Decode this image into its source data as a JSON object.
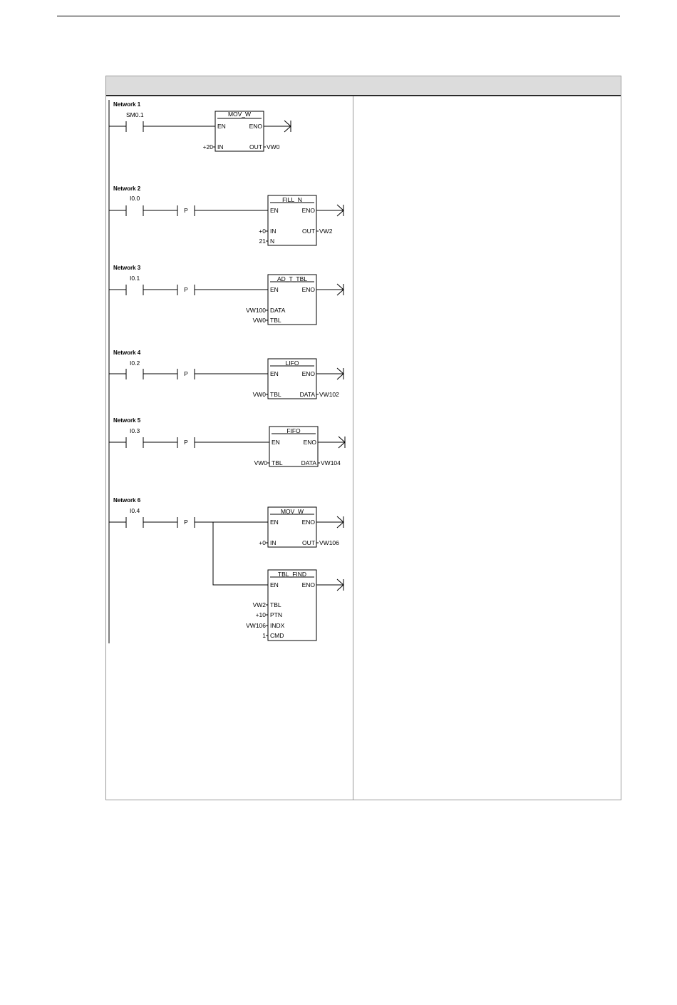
{
  "networks": [
    {
      "title": "Network 1",
      "contact": "SM0.1",
      "block": {
        "name": "MOV_W",
        "en": "EN",
        "eno": "ENO",
        "inputs": [
          {
            "value": "+20",
            "pin": "IN"
          }
        ],
        "outputs": [
          {
            "pin": "OUT",
            "value": "VW0"
          }
        ]
      }
    },
    {
      "title": "Network 2",
      "contact": "I0.0",
      "edge": "P",
      "block": {
        "name": "FILL_N",
        "en": "EN",
        "eno": "ENO",
        "inputs": [
          {
            "value": "+0",
            "pin": "IN"
          },
          {
            "value": "21",
            "pin": "N"
          }
        ],
        "outputs": [
          {
            "pin": "OUT",
            "value": "VW2"
          }
        ]
      }
    },
    {
      "title": "Network 3",
      "contact": "I0.1",
      "edge": "P",
      "block": {
        "name": "AD_T_TBL",
        "en": "EN",
        "eno": "ENO",
        "inputs": [
          {
            "value": "VW100",
            "pin": "DATA"
          },
          {
            "value": "VW0",
            "pin": "TBL"
          }
        ],
        "outputs": []
      }
    },
    {
      "title": "Network 4",
      "contact": "I0.2",
      "edge": "P",
      "block": {
        "name": "LIFO",
        "en": "EN",
        "eno": "ENO",
        "inputs": [
          {
            "value": "VW0",
            "pin": "TBL"
          }
        ],
        "outputs": [
          {
            "pin": "DATA",
            "value": "VW102"
          }
        ]
      }
    },
    {
      "title": "Network 5",
      "contact": "I0.3",
      "edge": "P",
      "block": {
        "name": "FIFO",
        "en": "EN",
        "eno": "ENO",
        "inputs": [
          {
            "value": "VW0",
            "pin": "TBL"
          }
        ],
        "outputs": [
          {
            "pin": "DATA",
            "value": "VW104"
          }
        ]
      }
    },
    {
      "title": "Network 6",
      "contact": "I0.4",
      "edge": "P",
      "blocks": [
        {
          "name": "MOV_W",
          "en": "EN",
          "eno": "ENO",
          "inputs": [
            {
              "value": "+0",
              "pin": "IN"
            }
          ],
          "outputs": [
            {
              "pin": "OUT",
              "value": "VW106"
            }
          ]
        },
        {
          "name": "TBL_FIND",
          "en": "EN",
          "eno": "ENO",
          "inputs": [
            {
              "value": "VW2",
              "pin": "TBL"
            },
            {
              "value": "+10",
              "pin": "PTN"
            },
            {
              "value": "VW106",
              "pin": "INDX"
            },
            {
              "value": "1",
              "pin": "CMD"
            }
          ],
          "outputs": []
        }
      ]
    }
  ]
}
